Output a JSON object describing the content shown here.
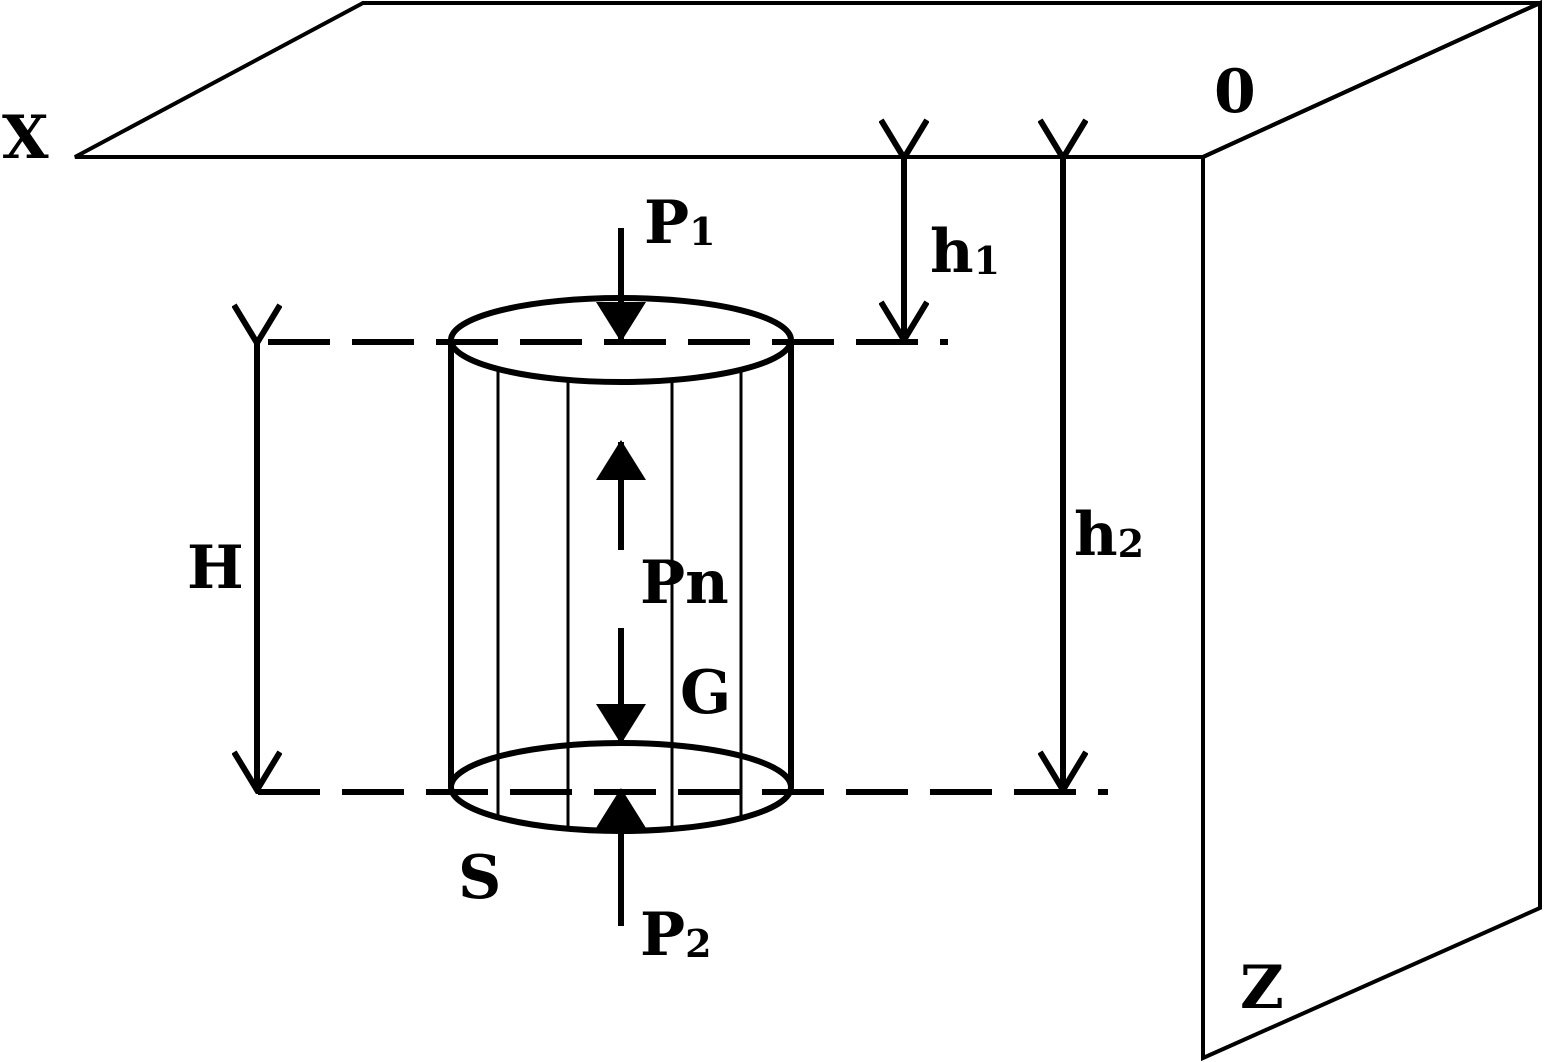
{
  "labels": {
    "x_axis": "X",
    "origin": "0",
    "z_axis": "Z",
    "p1_main": "P",
    "p1_sub": "1",
    "h1_main": "h",
    "h1_sub": "1",
    "h2_main": "h",
    "h2_sub": "2",
    "height": "H",
    "pn": "Pn",
    "gravity": "G",
    "area": "S",
    "p2_main": "P",
    "p2_sub": "2"
  },
  "colors": {
    "stroke": "#000000",
    "background": "#ffffff"
  }
}
